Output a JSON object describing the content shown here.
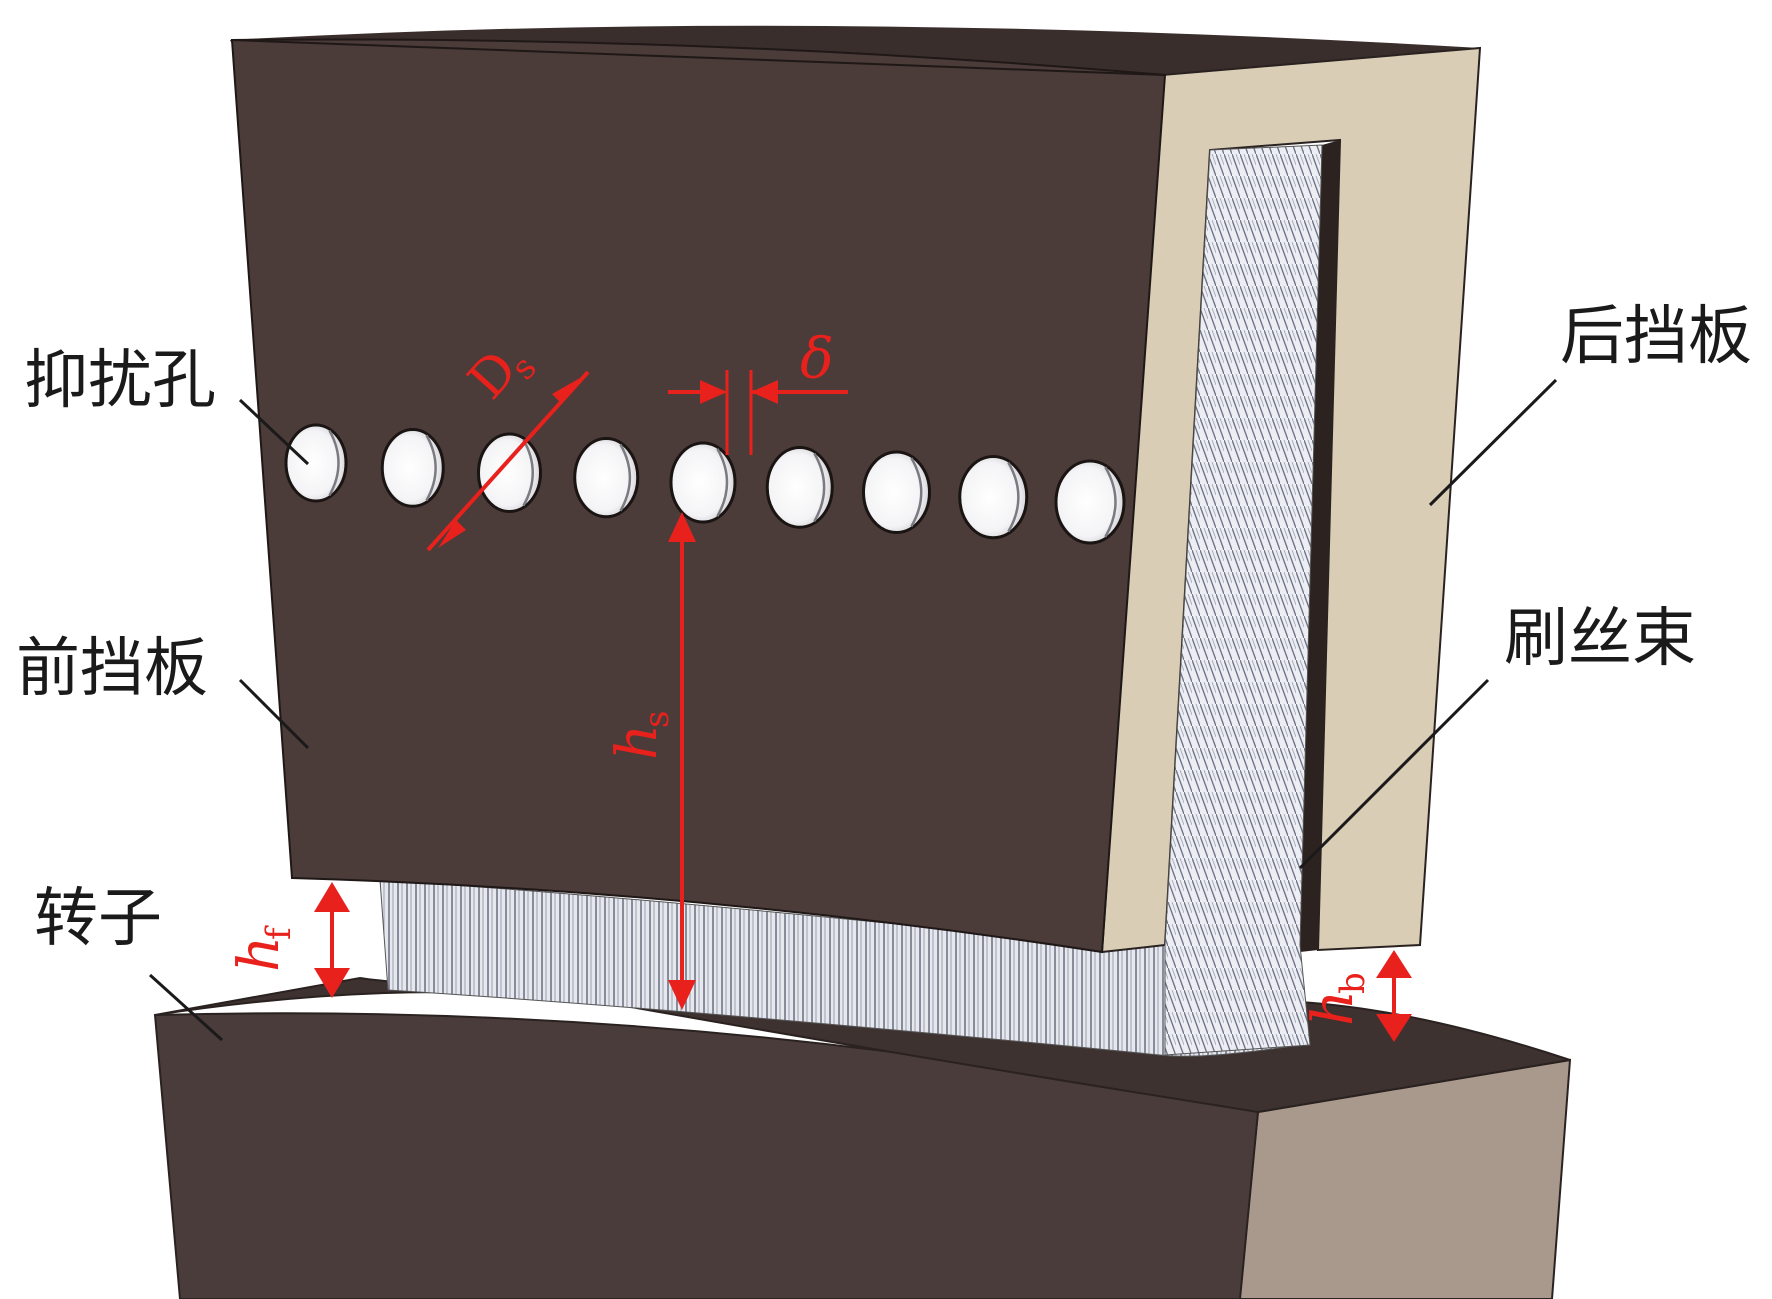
{
  "labels": {
    "suppression_holes": "抑扰孔",
    "front_plate": "前挡板",
    "rotor": "转子",
    "back_plate": "后挡板",
    "bristle_pack": "刷丝束"
  },
  "dimensions": {
    "hole_diameter": {
      "main": "D",
      "sub": "s"
    },
    "hole_spacing": {
      "main": "δ"
    },
    "hole_height": {
      "main": "h",
      "sub": "s"
    },
    "front_gap": {
      "main": "h",
      "sub": "f"
    },
    "back_gap": {
      "main": "h",
      "sub": "b"
    }
  },
  "hole_count": 9,
  "colors": {
    "front_plate": "#4b3b39",
    "rotor_top": "#4a3c3a",
    "rotor_side": "#a8998c",
    "back_plate": "#d9cdb6",
    "bristle": "#cfd2da",
    "dimension": "#e8211c",
    "leader": "#1a1a1a"
  }
}
